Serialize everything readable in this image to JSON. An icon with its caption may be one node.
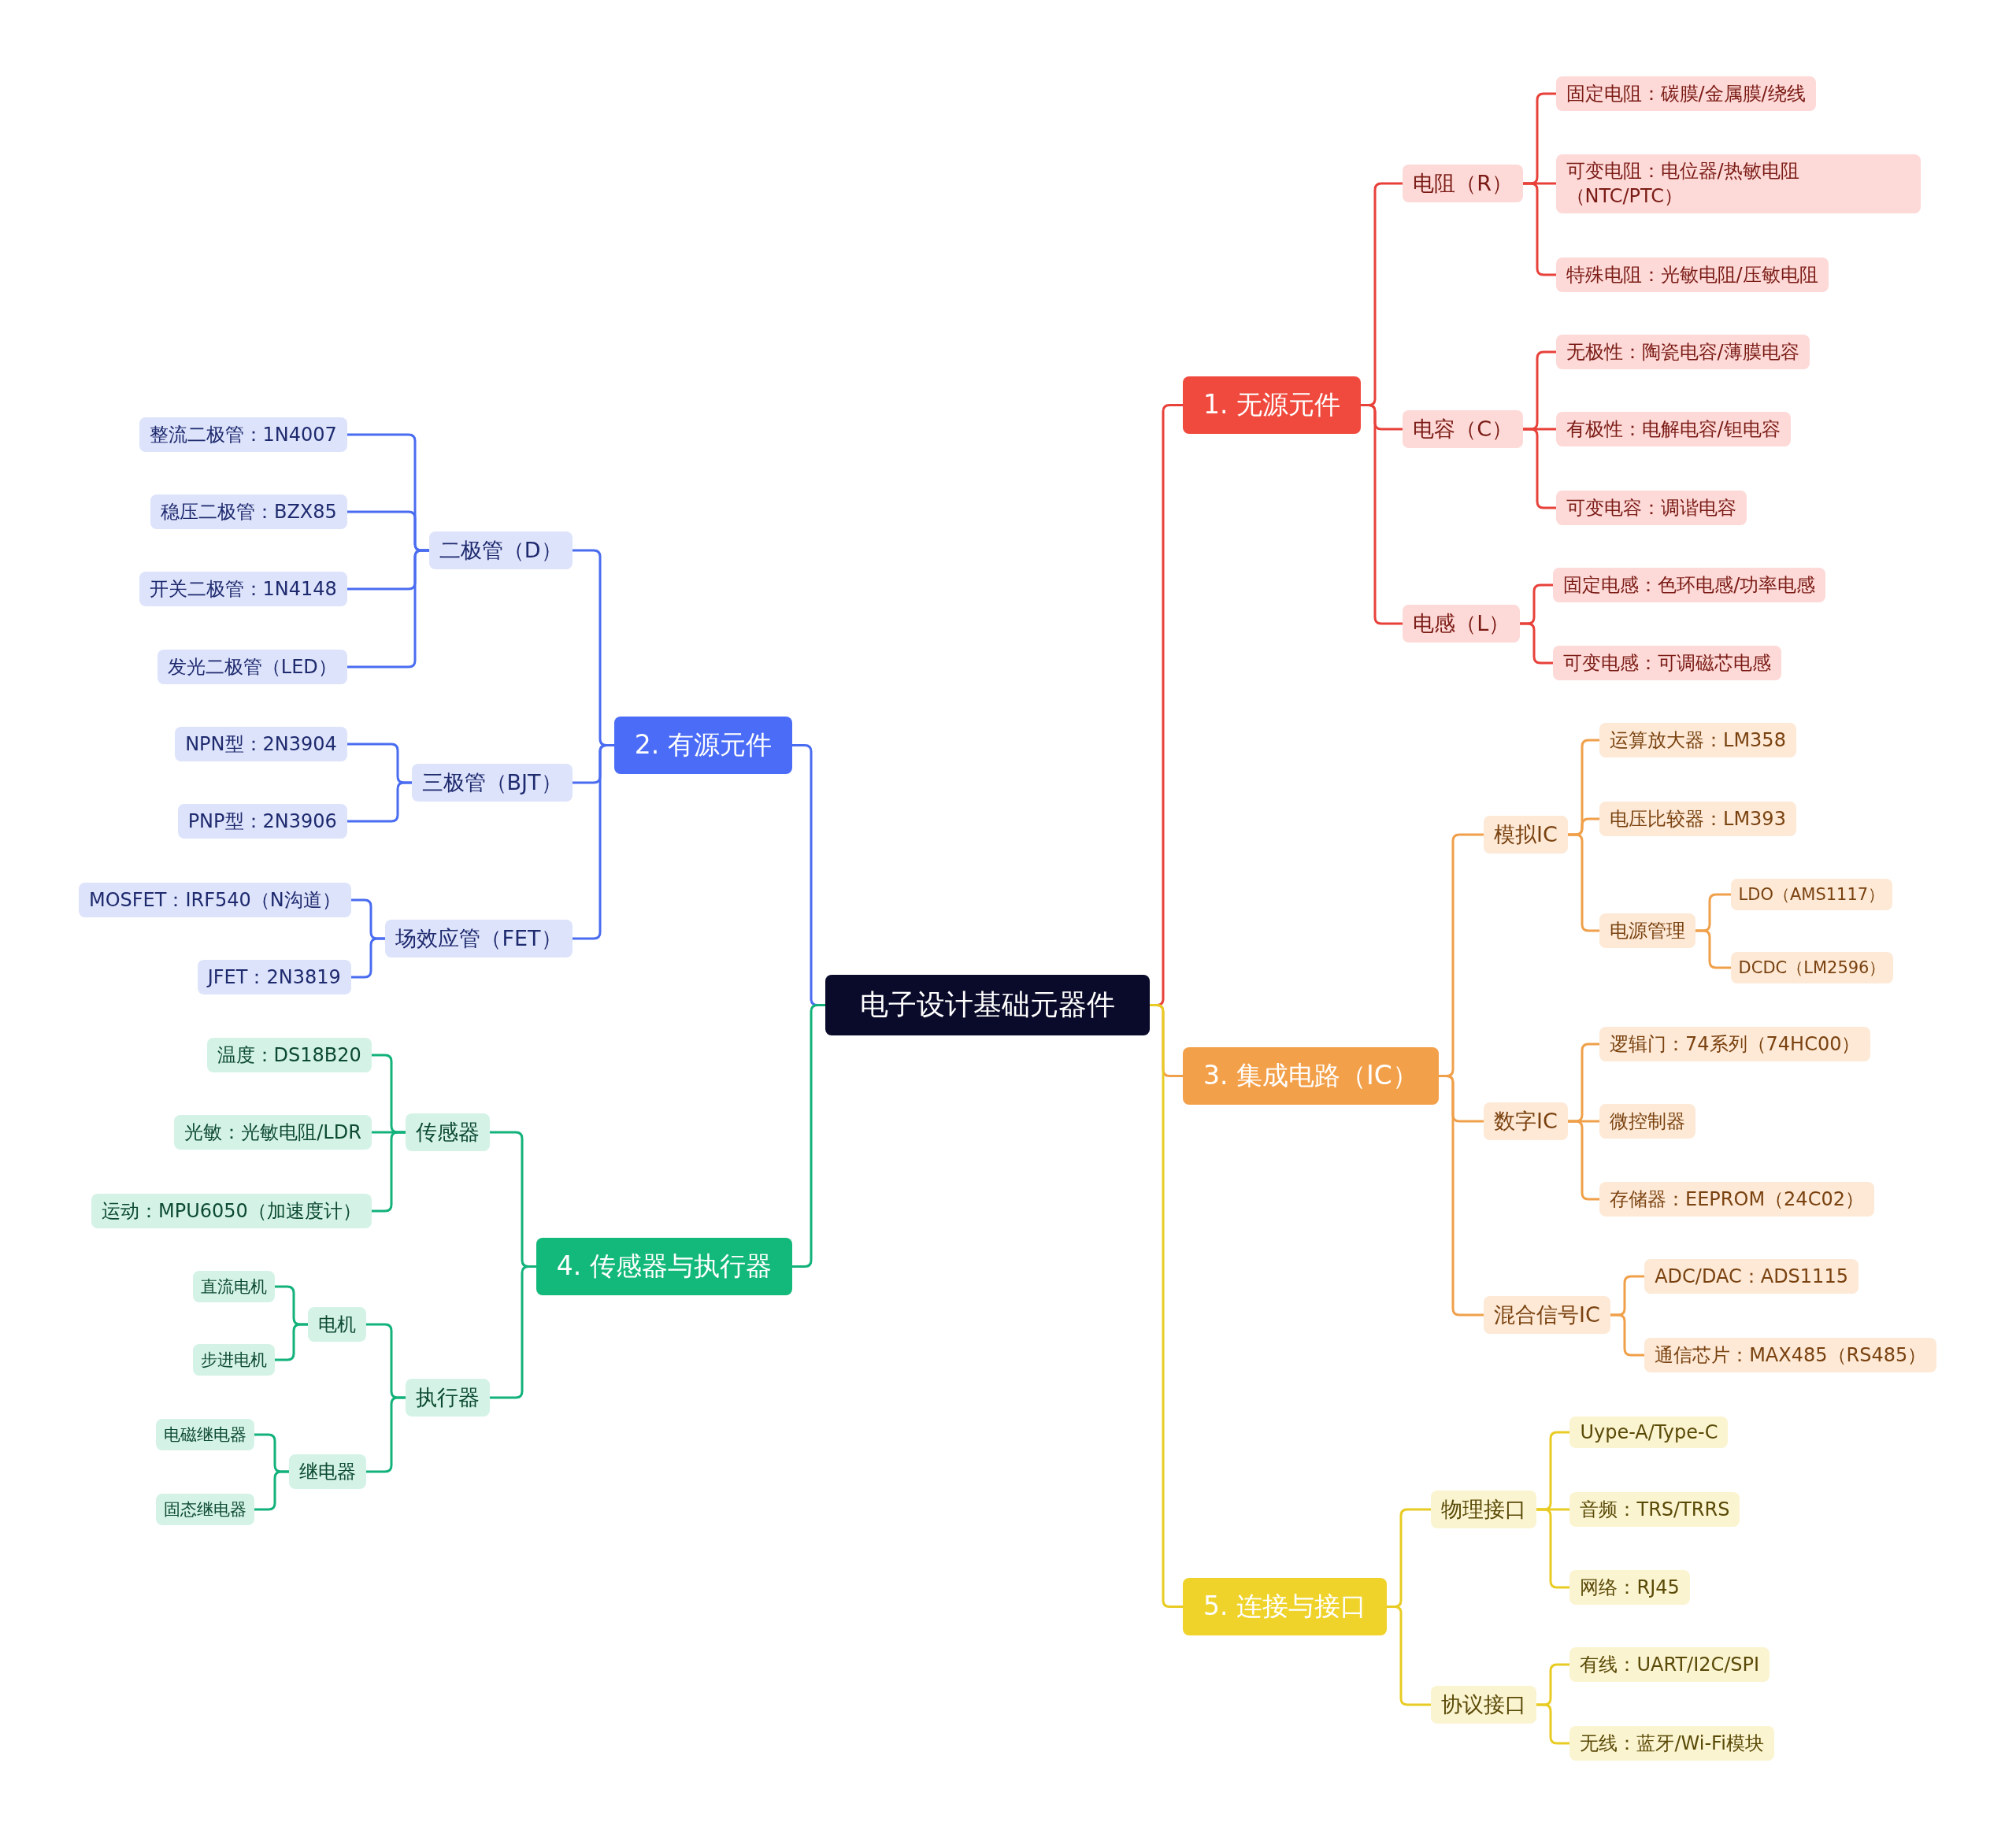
{
  "diagram": {
    "nodes": [
      {
        "text": [
          "电子设计基础元器件"
        ]
      },
      {
        "text": [
          "1. 无源元件"
        ]
      },
      {
        "text": [
          "电阻（R）"
        ]
      },
      {
        "text": [
          "固定电阻：碳膜/金属膜/绕线"
        ]
      },
      {
        "text": [
          "可变电阻：电位器/热敏电阻（NTC/PTC）"
        ]
      },
      {
        "text": [
          "特殊电阻：光敏电阻/压敏电阻"
        ]
      },
      {
        "text": [
          "电容（C）"
        ]
      },
      {
        "text": [
          "无极性：陶瓷电容/薄膜电容"
        ]
      },
      {
        "text": [
          "有极性：电解电容/钽电容"
        ]
      },
      {
        "text": [
          "可变电容：调谐电容"
        ]
      },
      {
        "text": [
          "电感（L）"
        ]
      },
      {
        "text": [
          "固定电感：色环电感/功率电感"
        ]
      },
      {
        "text": [
          "可变电感：可调磁芯电感"
        ]
      },
      {
        "text": [
          "2. 有源元件"
        ]
      },
      {
        "text": [
          "二极管（D）"
        ]
      },
      {
        "text": [
          "整流二极管：1N4007"
        ]
      },
      {
        "text": [
          "稳压二极管：BZX85"
        ]
      },
      {
        "text": [
          "开关二极管：1N4148"
        ]
      },
      {
        "text": [
          "发光二极管（LED）"
        ]
      },
      {
        "text": [
          "三极管（BJT）"
        ]
      },
      {
        "text": [
          "NPN型：2N3904"
        ]
      },
      {
        "text": [
          "PNP型：2N3906"
        ]
      },
      {
        "text": [
          "场效应管（FET）"
        ]
      },
      {
        "text": [
          "MOSFET：IRF540（N沟道）"
        ]
      },
      {
        "text": [
          "JFET：2N3819"
        ]
      },
      {
        "text": [
          "3. 集成电路（IC）"
        ]
      },
      {
        "text": [
          "模拟IC"
        ]
      },
      {
        "text": [
          "运算放大器：LM358"
        ]
      },
      {
        "text": [
          "电压比较器：LM393"
        ]
      },
      {
        "text": [
          "电源管理"
        ]
      },
      {
        "text": [
          "LDO（AMS1117）"
        ]
      },
      {
        "text": [
          "DCDC（LM2596）"
        ]
      },
      {
        "text": [
          "数字IC"
        ]
      },
      {
        "text": [
          "逻辑门：74系列（74HC00）"
        ]
      },
      {
        "text": [
          "微控制器"
        ]
      },
      {
        "text": [
          "存储器：EEPROM（24C02）"
        ]
      },
      {
        "text": [
          "混合信号IC"
        ]
      },
      {
        "text": [
          "ADC/DAC：ADS1115"
        ]
      },
      {
        "text": [
          "通信芯片：MAX485（RS485）"
        ]
      },
      {
        "text": [
          "4. 传感器与执行器"
        ]
      },
      {
        "text": [
          "传感器"
        ]
      },
      {
        "text": [
          "温度：DS18B20"
        ]
      },
      {
        "text": [
          "光敏：光敏电阻/LDR"
        ]
      },
      {
        "text": [
          "运动：MPU6050（加速度计）"
        ]
      },
      {
        "text": [
          "执行器"
        ]
      },
      {
        "text": [
          "电机"
        ]
      },
      {
        "text": [
          "直流电机"
        ]
      },
      {
        "text": [
          "步进电机"
        ]
      },
      {
        "text": [
          "继电器"
        ]
      },
      {
        "text": [
          "电磁继电器"
        ]
      },
      {
        "text": [
          "固态继电器"
        ]
      },
      {
        "text": [
          "5. 连接与接口"
        ]
      },
      {
        "text": [
          "物理接口"
        ]
      },
      {
        "text": [
          "Uype-A/Type-C"
        ]
      },
      {
        "text": [
          "音频：TRS/TRRS"
        ]
      },
      {
        "text": [
          "网络：RJ45"
        ]
      },
      {
        "text": [
          "协议接口"
        ]
      },
      {
        "text": [
          "有线：UART/I2C/SPI"
        ]
      },
      {
        "text": [
          "无线：蓝牙/Wi-Fi模块"
        ]
      }
    ],
    "edges": [
      {
        "from": 0,
        "to": 1,
        "arrow": "none",
        "color": "#e8413a"
      },
      {
        "from": 1,
        "to": 2,
        "arrow": "none",
        "color": "#e8413a"
      },
      {
        "from": 2,
        "to": 3,
        "arrow": "none",
        "color": "#e8413a"
      },
      {
        "from": 2,
        "to": 4,
        "arrow": "none",
        "color": "#e8413a"
      },
      {
        "from": 2,
        "to": 5,
        "arrow": "none",
        "color": "#e8413a"
      },
      {
        "from": 1,
        "to": 6,
        "arrow": "none",
        "color": "#e8413a"
      },
      {
        "from": 6,
        "to": 7,
        "arrow": "none",
        "color": "#e8413a"
      },
      {
        "from": 6,
        "to": 8,
        "arrow": "none",
        "color": "#e8413a"
      },
      {
        "from": 6,
        "to": 9,
        "arrow": "none",
        "color": "#e8413a"
      },
      {
        "from": 1,
        "to": 10,
        "arrow": "none",
        "color": "#e8413a"
      },
      {
        "from": 10,
        "to": 11,
        "arrow": "none",
        "color": "#e8413a"
      },
      {
        "from": 10,
        "to": 12,
        "arrow": "none",
        "color": "#e8413a"
      },
      {
        "from": 0,
        "to": 13,
        "arrow": "none",
        "color": "#4a6cf0"
      },
      {
        "from": 13,
        "to": 14,
        "arrow": "none",
        "color": "#4a6cf0"
      },
      {
        "from": 14,
        "to": 15,
        "arrow": "none",
        "color": "#4a6cf0"
      },
      {
        "from": 14,
        "to": 16,
        "arrow": "none",
        "color": "#4a6cf0"
      },
      {
        "from": 14,
        "to": 17,
        "arrow": "none",
        "color": "#4a6cf0"
      },
      {
        "from": 14,
        "to": 18,
        "arrow": "none",
        "color": "#4a6cf0"
      },
      {
        "from": 13,
        "to": 19,
        "arrow": "none",
        "color": "#4a6cf0"
      },
      {
        "from": 19,
        "to": 20,
        "arrow": "none",
        "color": "#4a6cf0"
      },
      {
        "from": 19,
        "to": 21,
        "arrow": "none",
        "color": "#4a6cf0"
      },
      {
        "from": 13,
        "to": 22,
        "arrow": "none",
        "color": "#4a6cf0"
      },
      {
        "from": 22,
        "to": 23,
        "arrow": "none",
        "color": "#4a6cf0"
      },
      {
        "from": 22,
        "to": 24,
        "arrow": "none",
        "color": "#4a6cf0"
      },
      {
        "from": 0,
        "to": 25,
        "arrow": "none",
        "color": "#f0a04a"
      },
      {
        "from": 25,
        "to": 26,
        "arrow": "none",
        "color": "#f0a04a"
      },
      {
        "from": 26,
        "to": 27,
        "arrow": "none",
        "color": "#f0a04a"
      },
      {
        "from": 26,
        "to": 28,
        "arrow": "none",
        "color": "#f0a04a"
      },
      {
        "from": 26,
        "to": 29,
        "arrow": "none",
        "color": "#f0a04a"
      },
      {
        "from": 29,
        "to": 30,
        "arrow": "none",
        "color": "#f0a04a"
      },
      {
        "from": 29,
        "to": 31,
        "arrow": "none",
        "color": "#f0a04a"
      },
      {
        "from": 25,
        "to": 32,
        "arrow": "none",
        "color": "#f0a04a"
      },
      {
        "from": 32,
        "to": 33,
        "arrow": "none",
        "color": "#f0a04a"
      },
      {
        "from": 32,
        "to": 34,
        "arrow": "none",
        "color": "#f0a04a"
      },
      {
        "from": 32,
        "to": 35,
        "arrow": "none",
        "color": "#f0a04a"
      },
      {
        "from": 25,
        "to": 36,
        "arrow": "none",
        "color": "#f0a04a"
      },
      {
        "from": 36,
        "to": 37,
        "arrow": "none",
        "color": "#f0a04a"
      },
      {
        "from": 36,
        "to": 38,
        "arrow": "none",
        "color": "#f0a04a"
      },
      {
        "from": 0,
        "to": 39,
        "arrow": "none",
        "color": "#12b27a"
      },
      {
        "from": 39,
        "to": 40,
        "arrow": "none",
        "color": "#12b27a"
      },
      {
        "from": 40,
        "to": 41,
        "arrow": "none",
        "color": "#12b27a"
      },
      {
        "from": 40,
        "to": 42,
        "arrow": "none",
        "color": "#12b27a"
      },
      {
        "from": 40,
        "to": 43,
        "arrow": "none",
        "color": "#12b27a"
      },
      {
        "from": 39,
        "to": 44,
        "arrow": "none",
        "color": "#12b27a"
      },
      {
        "from": 44,
        "to": 45,
        "arrow": "none",
        "color": "#12b27a"
      },
      {
        "from": 45,
        "to": 46,
        "arrow": "none",
        "color": "#12b27a"
      },
      {
        "from": 45,
        "to": 47,
        "arrow": "none",
        "color": "#12b27a"
      },
      {
        "from": 44,
        "to": 48,
        "arrow": "none",
        "color": "#12b27a"
      },
      {
        "from": 48,
        "to": 49,
        "arrow": "none",
        "color": "#12b27a"
      },
      {
        "from": 48,
        "to": 50,
        "arrow": "none",
        "color": "#12b27a"
      },
      {
        "from": 0,
        "to": 51,
        "arrow": "none",
        "color": "#e8cc24"
      },
      {
        "from": 51,
        "to": 52,
        "arrow": "none",
        "color": "#e8cc24"
      },
      {
        "from": 52,
        "to": 53,
        "arrow": "none",
        "color": "#e8cc24"
      },
      {
        "from": 52,
        "to": 54,
        "arrow": "none",
        "color": "#e8cc24"
      },
      {
        "from": 52,
        "to": 55,
        "arrow": "none",
        "color": "#e8cc24"
      },
      {
        "from": 51,
        "to": 56,
        "arrow": "none",
        "color": "#e8cc24"
      },
      {
        "from": 56,
        "to": 57,
        "arrow": "none",
        "color": "#e8cc24"
      },
      {
        "from": 56,
        "to": 58,
        "arrow": "none",
        "color": "#e8cc24"
      }
    ]
  }
}
